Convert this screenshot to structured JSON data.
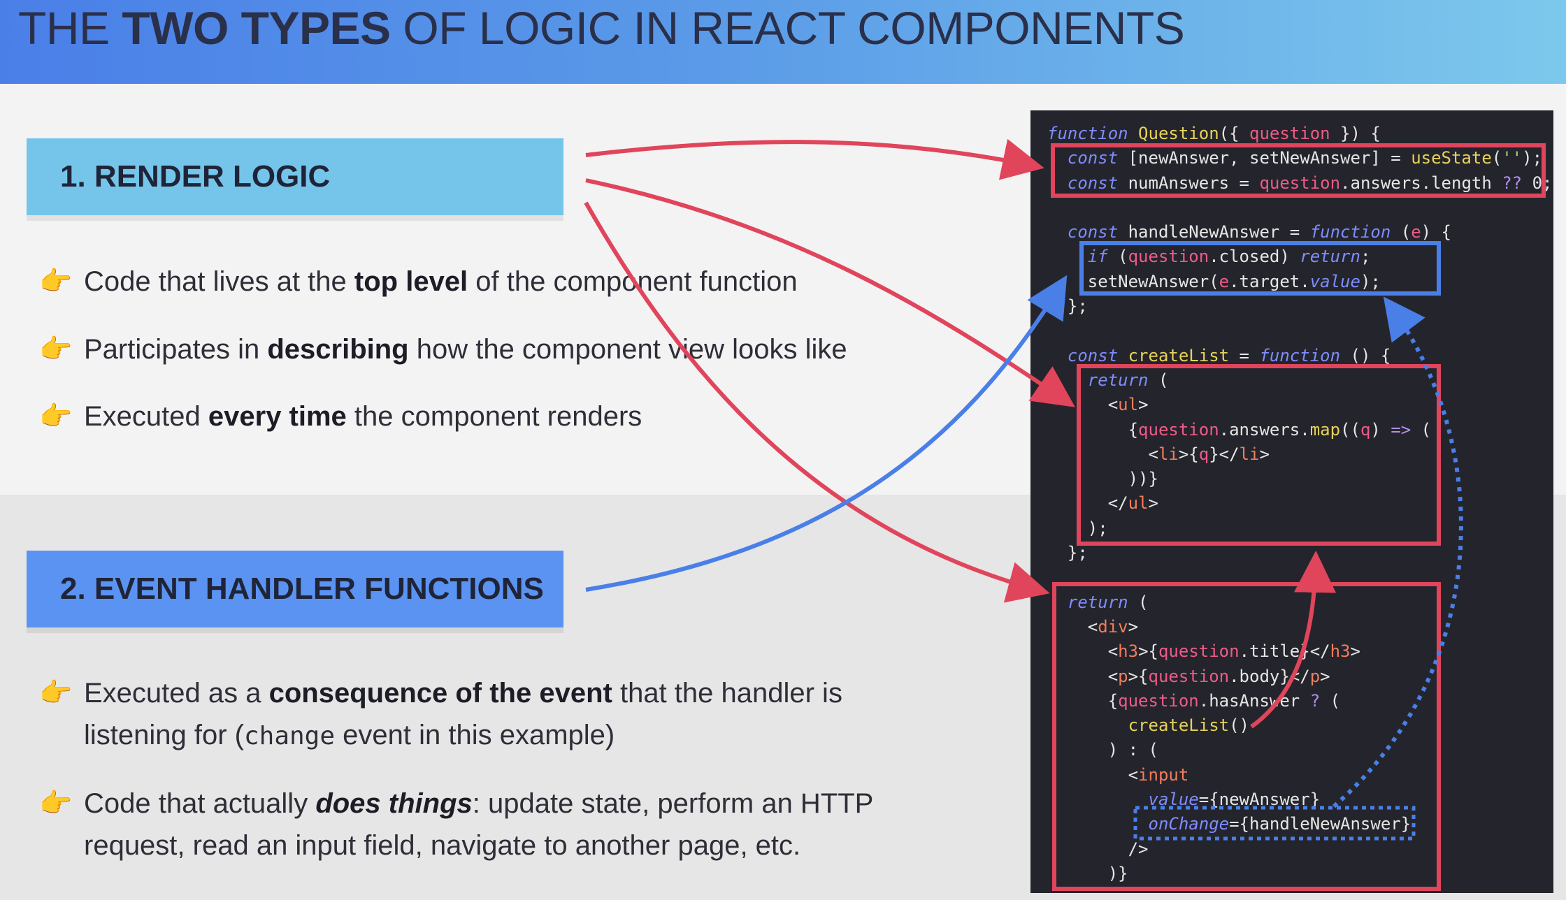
{
  "title": {
    "part1": "THE ",
    "bold": "TWO TYPES",
    "part2": " OF LOGIC IN REACT COMPONENTS"
  },
  "render_logic": {
    "heading": "1. RENDER LOGIC",
    "bullets": [
      {
        "a": "Code that lives at the ",
        "b": "top level",
        "c": " of the component function"
      },
      {
        "a": "Participates in ",
        "b": "describing",
        "c": " how the component view looks like"
      },
      {
        "a": "Executed ",
        "b": "every time",
        "c": " the component renders"
      }
    ]
  },
  "event_handlers": {
    "heading": "2. EVENT HANDLER FUNCTIONS",
    "bullets": [
      {
        "l1a": "Executed as a ",
        "l1b": "consequence of the event",
        "l1c": " that the handler is",
        "l2a": "listening for (",
        "l2code": "change",
        "l2c": " event in this example)"
      },
      {
        "l1a": "Code that actually ",
        "l1b": "does things",
        "l1c": ": update state, perform an HTTP",
        "l2": "request, read an input field, navigate to another page, etc."
      }
    ]
  },
  "code_lines": [
    "function Question({ question }) {",
    "  const [newAnswer, setNewAnswer] = useState('');",
    "  const numAnswers = question.answers.length ?? 0;",
    "",
    "  const handleNewAnswer = function (e) {",
    "    if (question.closed) return;",
    "    setNewAnswer(e.target.value);",
    "  };",
    "",
    "  const createList = function () {",
    "    return (",
    "      <ul>",
    "        {question.answers.map((q) => (",
    "          <li>{q}</li>",
    "        ))}",
    "      </ul>",
    "    );",
    "  };",
    "",
    "  return (",
    "    <div>",
    "      <h3>{question.title}</h3>",
    "      <p>{question.body}</p>",
    "      {question.hasAnswer ? (",
    "        createList()",
    "      ) : (",
    "        <input",
    "          value={newAnswer}",
    "          onChange={handleNewAnswer}",
    "        />",
    "      )}"
  ],
  "colors": {
    "render_box": "#74c5e9",
    "event_box": "#5b93f2",
    "red_arrow": "#e0455c",
    "blue_arrow": "#4a7fe8",
    "bullet_icon": "#f2b233"
  },
  "icons": {
    "bullet": "pointing-hand-icon"
  }
}
